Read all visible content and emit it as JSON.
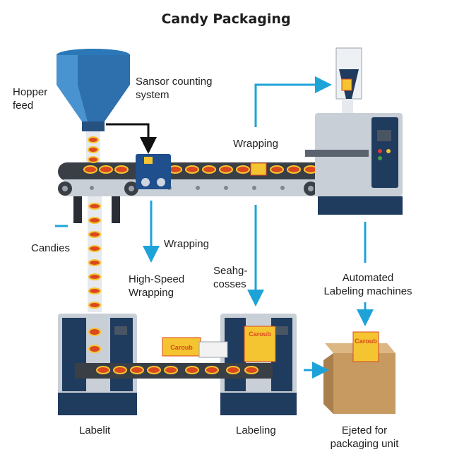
{
  "title": "Candy Packaging",
  "labels": {
    "hopper": [
      "Hopper",
      "feed"
    ],
    "sensor": [
      "Sansor counting",
      "system"
    ],
    "wrapping_top": "Wrapping",
    "candies": "Candies",
    "wrapping_mid": "Wrapping",
    "high_speed": [
      "High-Speed",
      "Wrapping"
    ],
    "seahg": [
      "Seahg-",
      "cosses"
    ],
    "automated": [
      "Automated",
      "Labeling machines"
    ],
    "labelit": "Labelit",
    "labeling": "Labeling",
    "ejected": [
      "Ejeted for",
      "packaging unit"
    ]
  },
  "packet_brand": "Caroub",
  "colors": {
    "arrow_blue": "#1ea3d8",
    "machine_navy": "#1f3b5e",
    "machine_gray": "#c9cfd6",
    "belt_dark": "#3a3f46",
    "candy_red": "#d9481f",
    "candy_yellow": "#f5c431",
    "box_brown": "#c79a62"
  },
  "icons": [
    "hopper-icon",
    "sensor-box-icon",
    "wrapping-machine-icon",
    "labeling-machine-icon",
    "cardboard-box-icon"
  ]
}
